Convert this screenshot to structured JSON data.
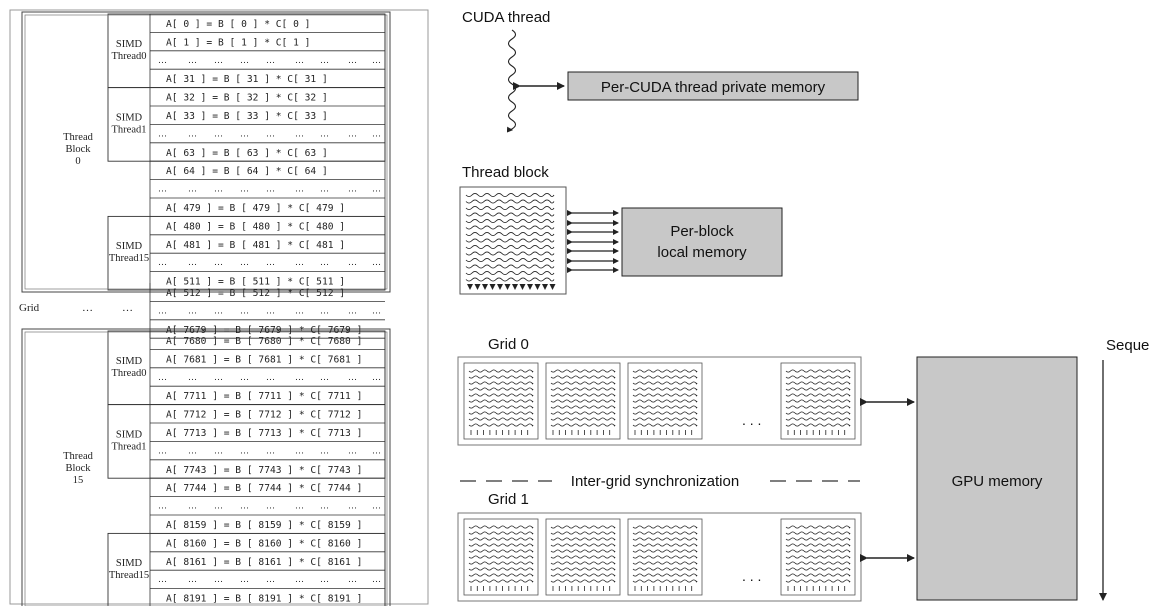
{
  "left": {
    "grid_label": "Grid",
    "middle_ellipsis": "…",
    "blocks": [
      {
        "label_lines": [
          "Thread",
          "Block",
          "0"
        ],
        "groups": [
          {
            "label_lines": [
              "SIMD",
              "Thread0"
            ],
            "rows": [
              "0",
              "1",
              "…",
              "31"
            ]
          },
          {
            "label_lines": [
              "SIMD",
              "Thread1"
            ],
            "rows": [
              "32",
              "33",
              "…",
              "63"
            ]
          },
          {
            "label_lines": [],
            "rows": [
              "64",
              "…",
              "479"
            ]
          },
          {
            "label_lines": [
              "SIMD",
              "Thread15"
            ],
            "rows": [
              "480",
              "481",
              "…",
              "511"
            ]
          }
        ]
      },
      {
        "label_lines": [
          "Thread",
          "Block",
          "15"
        ],
        "groups": [
          {
            "label_lines": [
              "SIMD",
              "Thread0"
            ],
            "rows": [
              "7680",
              "7681",
              "…",
              "7711"
            ]
          },
          {
            "label_lines": [
              "SIMD",
              "Thread1"
            ],
            "rows": [
              "7712",
              "7713",
              "…",
              "7743"
            ]
          },
          {
            "label_lines": [],
            "rows": [
              "7744",
              "…",
              "8159"
            ]
          },
          {
            "label_lines": [
              "SIMD",
              "Thread15"
            ],
            "rows": [
              "8160",
              "8161",
              "…",
              "8191"
            ]
          }
        ]
      }
    ],
    "between_rows": [
      "512",
      "…",
      "7679"
    ]
  },
  "right": {
    "cuda_thread_label": "CUDA thread",
    "private_memory_label": "Per-CUDA thread private memory",
    "thread_block_label": "Thread block",
    "block_memory_line1": "Per-block",
    "block_memory_line2": "local memory",
    "grid0_label": "Grid 0",
    "grid1_label": "Grid 1",
    "grid_dots": ". . .",
    "sync_label": "Inter-grid synchronization",
    "gpu_memory_label": "GPU memory",
    "sequence_label": "Sequence"
  },
  "colors": {
    "memory_fill": "#c8c8c8",
    "line": "#333333"
  }
}
